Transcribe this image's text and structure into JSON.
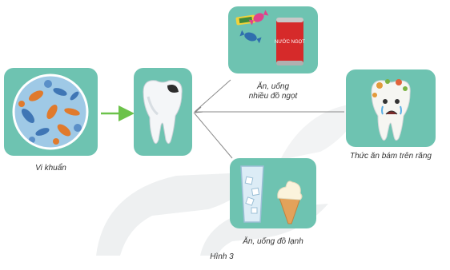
{
  "labels": {
    "bacteria": "Vi khuẩn",
    "sweets_line1": "Ăn, uống",
    "sweets_line2": "nhiều đồ ngọt",
    "leftover": "Thức ăn bám trên răng",
    "cold": "Ăn, uống đồ lạnh",
    "figure": "Hình 3",
    "can_text": "NƯỚC NGỌT"
  },
  "colors": {
    "card": "#6ec3b1",
    "green_arrow": "#6cc24a",
    "gray_arrow": "#8a8a8a",
    "watermark": "#eef0f1"
  },
  "icons": {
    "bacteria": "bacteria-circle-icon",
    "decayed_tooth": "decayed-tooth-icon",
    "sweets": "candy-and-soda-can-icon",
    "dirty_tooth": "crying-tooth-with-food-icon",
    "cold": "ice-water-and-ice-cream-icon"
  }
}
